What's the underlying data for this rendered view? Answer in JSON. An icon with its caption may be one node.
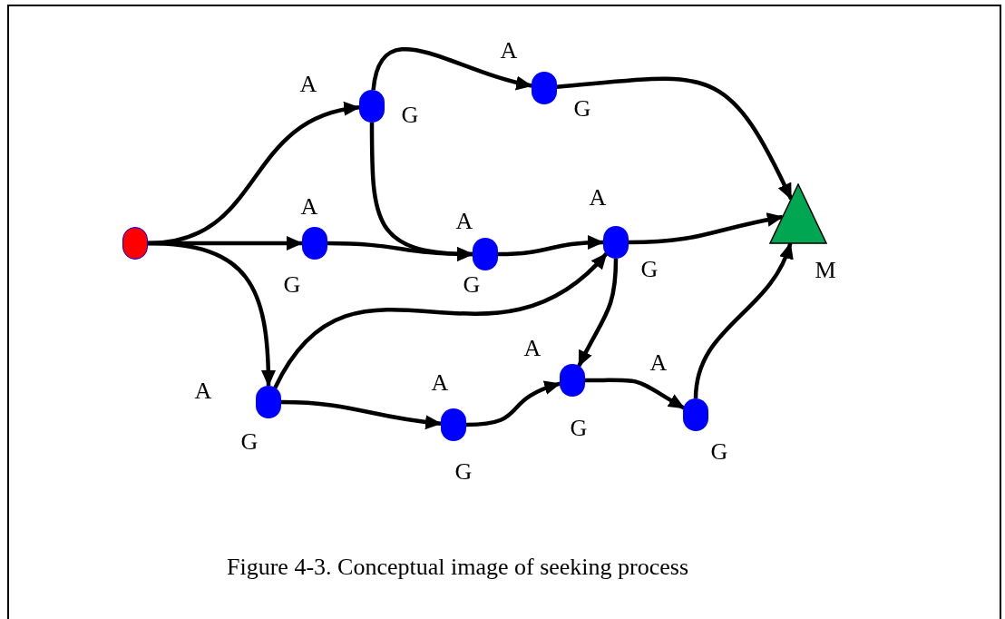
{
  "diagram": {
    "caption": "Figure 4-3. Conceptual image of seeking process",
    "nodes": [
      {
        "text": [],
        "shape": "circle"
      },
      {
        "text": [],
        "shape": "circle",
        "beside": [
          "A",
          "G"
        ]
      },
      {
        "text": [],
        "shape": "circle",
        "beside": [
          "A",
          "G"
        ]
      },
      {
        "text": [],
        "shape": "circle",
        "beside": [
          "A",
          "G"
        ]
      },
      {
        "text": [],
        "shape": "circle",
        "beside": [
          "A",
          "G"
        ]
      },
      {
        "text": [],
        "shape": "circle",
        "beside": [
          "A",
          "G"
        ]
      },
      {
        "text": [],
        "shape": "triangle",
        "beside": [
          "M"
        ]
      },
      {
        "text": [],
        "shape": "circle",
        "beside": [
          "A",
          "G"
        ]
      },
      {
        "text": [],
        "shape": "circle",
        "beside": [
          "A",
          "G"
        ]
      },
      {
        "text": [],
        "shape": "circle",
        "beside": [
          "A",
          "G"
        ]
      },
      {
        "text": [],
        "shape": "circle",
        "beside": [
          "A",
          "G"
        ]
      }
    ],
    "edges": [
      {
        "from": 0,
        "to": 1,
        "arrow": "to"
      },
      {
        "from": 0,
        "to": 3,
        "arrow": "to"
      },
      {
        "from": 0,
        "to": 7,
        "arrow": "to"
      },
      {
        "from": 1,
        "to": 2,
        "arrow": "to"
      },
      {
        "from": 1,
        "to": 4,
        "arrow": "to"
      },
      {
        "from": 2,
        "to": 6,
        "arrow": "to"
      },
      {
        "from": 3,
        "to": 4,
        "arrow": "to"
      },
      {
        "from": 4,
        "to": 5,
        "arrow": "to"
      },
      {
        "from": 5,
        "to": 6,
        "arrow": "to"
      },
      {
        "from": 7,
        "to": 5,
        "arrow": "to"
      },
      {
        "from": 7,
        "to": 8,
        "arrow": "to"
      },
      {
        "from": 8,
        "to": 9,
        "arrow": "to"
      },
      {
        "from": 5,
        "to": 9,
        "arrow": "to"
      },
      {
        "from": 9,
        "to": 10,
        "arrow": "to"
      },
      {
        "from": 10,
        "to": 6,
        "arrow": "to"
      }
    ]
  }
}
